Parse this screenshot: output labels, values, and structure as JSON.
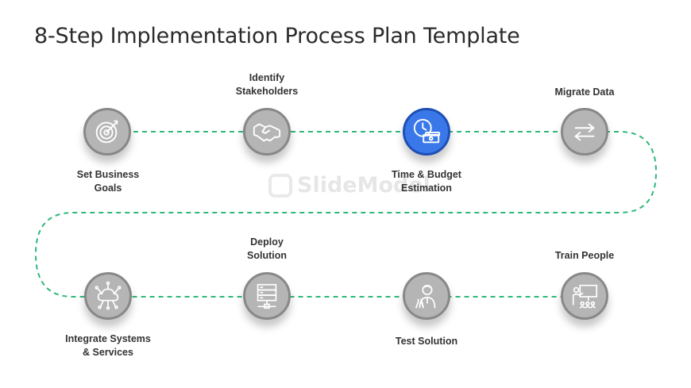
{
  "title": "8-Step Implementation Process Plan Template",
  "watermark": "SlideModel",
  "colors": {
    "path": "#2db87a",
    "node_fill": "#b5b5b5",
    "node_border": "#888888",
    "active_fill": "#3a78ea"
  },
  "steps": [
    {
      "label": "Set Business\nGoals",
      "icon": "target-icon"
    },
    {
      "label": "Identify\nStakeholders",
      "icon": "handshake-icon"
    },
    {
      "label": "Time & Budget\nEstimation",
      "icon": "clock-money-icon",
      "active": true
    },
    {
      "label": "Migrate Data",
      "icon": "arrows-exchange-icon"
    },
    {
      "label": "Integrate Systems\n& Services",
      "icon": "cloud-network-icon"
    },
    {
      "label": "Deploy\nSolution",
      "icon": "server-icon"
    },
    {
      "label": "Test Solution",
      "icon": "scientist-icon"
    },
    {
      "label": "Train People",
      "icon": "presentation-icon"
    }
  ]
}
